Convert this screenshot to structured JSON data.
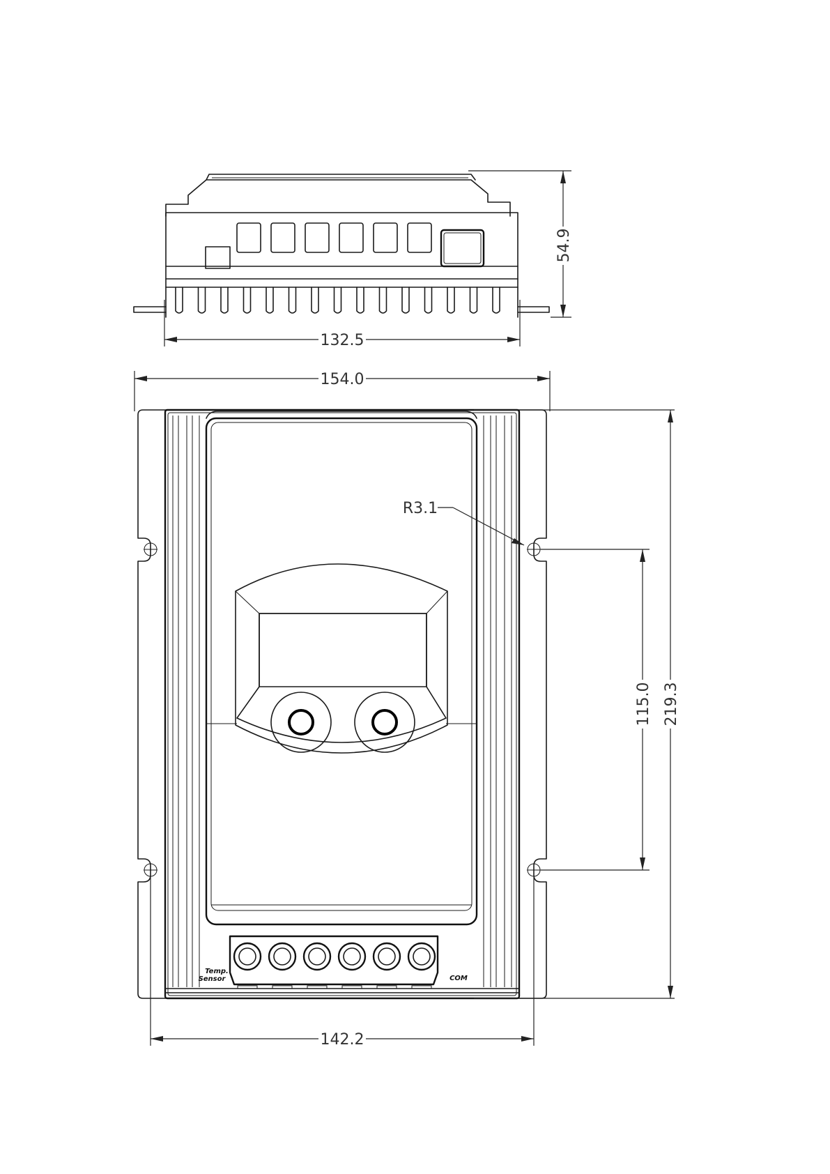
{
  "dimensions": {
    "side_width": "132.5",
    "side_height": "54.9",
    "front_width": "154.0",
    "front_height": "219.3",
    "hole_spacing_vertical": "115.0",
    "hole_spacing_horizontal": "142.2",
    "corner_radius": "R3.1"
  },
  "labels": {
    "temp_sensor_line1": "Temp.",
    "temp_sensor_line2": "Sensor",
    "com": "COM"
  }
}
